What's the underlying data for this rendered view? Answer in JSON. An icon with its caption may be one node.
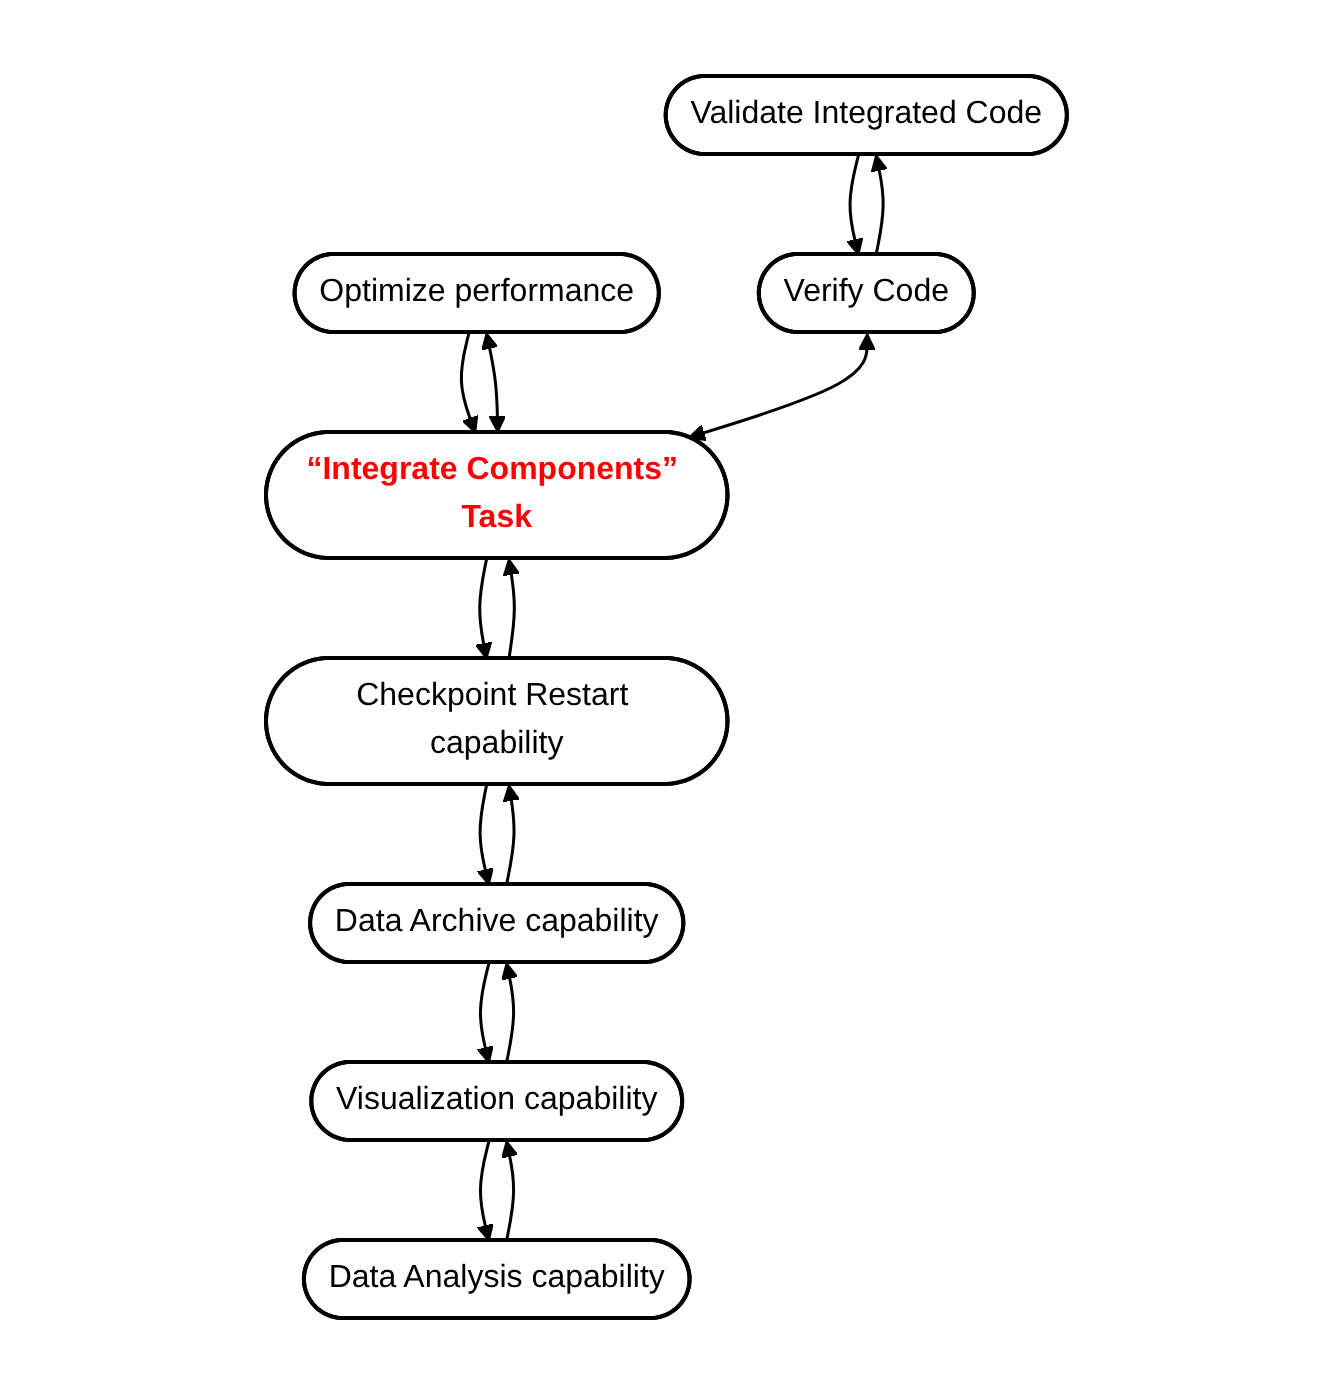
{
  "diagram": {
    "nodes": [
      {
        "text": [
          "Optimize performance"
        ]
      },
      {
        "text": [
          "Data Analysis capability"
        ]
      },
      {
        "text": [
          "Visualization capability"
        ]
      },
      {
        "text": [
          "Data Archive capability"
        ]
      },
      {
        "text": [
          "Checkpoint Restart capability"
        ]
      },
      {
        "text": [
          "Validate Integrated Code"
        ]
      },
      {
        "text": [
          "Verify Code"
        ]
      },
      {
        "text": [
          "“Integrate Components” Task"
        ]
      }
    ],
    "edges": [
      {
        "from": 0,
        "to": 7,
        "arrow": "to"
      },
      {
        "from": 7,
        "to": 0,
        "arrow": "both"
      },
      {
        "from": 1,
        "to": 2,
        "arrow": "to"
      },
      {
        "from": 2,
        "to": 1,
        "arrow": "to"
      },
      {
        "from": 2,
        "to": 3,
        "arrow": "to"
      },
      {
        "from": 3,
        "to": 2,
        "arrow": "to"
      },
      {
        "from": 3,
        "to": 4,
        "arrow": "to"
      },
      {
        "from": 4,
        "to": 3,
        "arrow": "to"
      },
      {
        "from": 7,
        "to": 4,
        "arrow": "to"
      },
      {
        "from": 4,
        "to": 7,
        "arrow": "to"
      },
      {
        "from": 5,
        "to": 6,
        "arrow": "to"
      },
      {
        "from": 6,
        "to": 5,
        "arrow": "to"
      },
      {
        "from": 6,
        "to": 7,
        "arrow": "both"
      }
    ]
  }
}
